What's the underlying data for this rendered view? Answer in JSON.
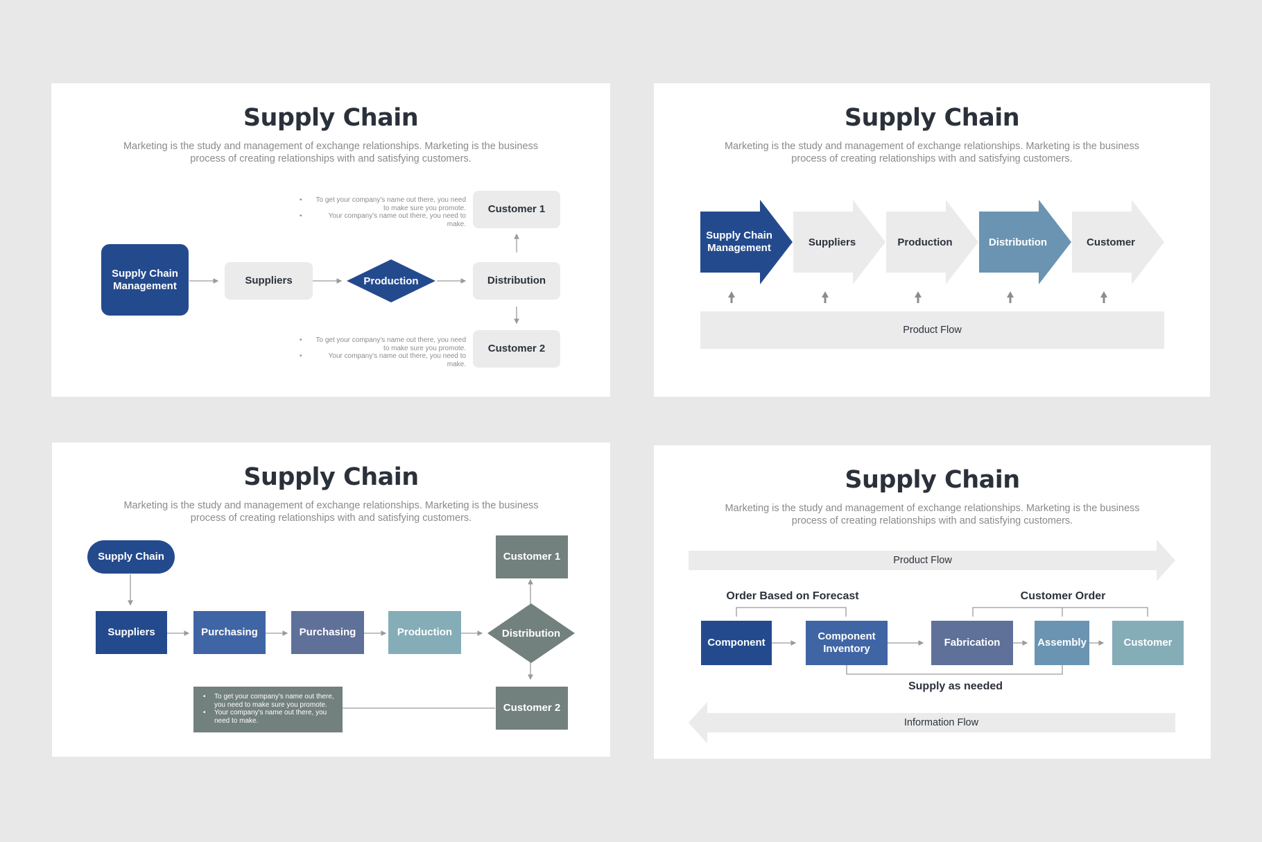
{
  "palette": {
    "dark_navy": "#244a8e",
    "blue": "#3f65a5",
    "slate": "#5f7199",
    "steel": "#6a94b1",
    "teal": "#85adb8",
    "gray_green": "#72807e",
    "light_gray": "#ebebeb",
    "title": "#2b313b",
    "muted_text": "#8a8a8a"
  },
  "common": {
    "title": "Supply Chain",
    "subtitle_line1": "Marketing is the study and management of exchange relationships. Marketing is the business",
    "subtitle_line2": "process of creating relationships with and satisfying customers."
  },
  "slide1": {
    "scm": "Supply Chain Management",
    "suppliers": "Suppliers",
    "production": "Production",
    "distribution": "Distribution",
    "customer1": "Customer 1",
    "customer2": "Customer 2",
    "notes_top": [
      "To get your company's name out there, you need to make sure you promote.",
      "Your company's name out there, you need to make."
    ],
    "notes_bottom": [
      "To get your company's name out there, you need to make sure you promote.",
      "Your company's name out there, you need to make."
    ]
  },
  "slide2": {
    "chevrons": [
      "Supply Chain Management",
      "Suppliers",
      "Production",
      "Distribution",
      "Customer"
    ],
    "product_flow": "Product Flow"
  },
  "slide3": {
    "supply_chain": "Supply Chain",
    "suppliers": "Suppliers",
    "purchasing1": "Purchasing",
    "purchasing2": "Purchasing",
    "production": "Production",
    "distribution": "Distribution",
    "customer1": "Customer 1",
    "customer2": "Customer 2",
    "notes": [
      "To get your company's name out there, you need to make sure you promote.",
      "Your company's name out there, you need to make."
    ]
  },
  "slide4": {
    "product_flow": "Product Flow",
    "order_forecast": "Order Based on Forecast",
    "customer_order": "Customer Order",
    "component": "Component",
    "component_inventory": "Component Inventory",
    "fabrication": "Fabrication",
    "assembly": "Assembly",
    "customer": "Customer",
    "supply_as_needed": "Supply as needed",
    "information_flow": "Information Flow"
  }
}
